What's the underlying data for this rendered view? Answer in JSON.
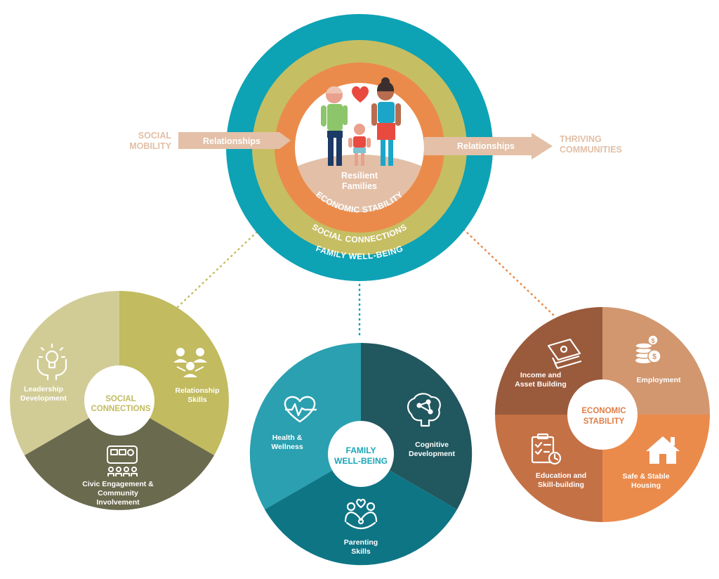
{
  "side_labels": {
    "left": [
      "SOCIAL",
      "MOBILITY"
    ],
    "right": [
      "THRIVING",
      "COMMUNITIES"
    ]
  },
  "arrows": {
    "left_label": "Relationships",
    "right_label": "Relationships"
  },
  "center": {
    "label": [
      "Resilient",
      "Families"
    ],
    "rings": {
      "economic": "ECONOMIC STABILITY",
      "social": "SOCIAL CONNECTIONS",
      "family": "FAMILY  WELL-BEING"
    }
  },
  "social_connections": {
    "title": [
      "SOCIAL",
      "CONNECTIONS"
    ],
    "segments": [
      {
        "label": [
          "Leadership",
          "Development"
        ],
        "icon": "lightbulb-hands-icon"
      },
      {
        "label": [
          "Relationship",
          "Skills"
        ],
        "icon": "people-network-icon"
      },
      {
        "label": [
          "Civic  Engagement &",
          "Community",
          "Involvement"
        ],
        "icon": "community-board-icon"
      }
    ]
  },
  "family_wellbeing": {
    "title": [
      "FAMILY",
      "WELL-BEING"
    ],
    "segments": [
      {
        "label": [
          "Health &",
          "Wellness"
        ],
        "icon": "heart-pulse-icon"
      },
      {
        "label": [
          "Cognitive",
          "Development"
        ],
        "icon": "brain-icon"
      },
      {
        "label": [
          "Parenting",
          "Skills"
        ],
        "icon": "parent-child-hug-icon"
      }
    ]
  },
  "economic_stability": {
    "title": [
      "ECONOMIC",
      "STABILITY"
    ],
    "segments": [
      {
        "label": [
          "Income and",
          "Asset Building"
        ],
        "icon": "money-bill-icon"
      },
      {
        "label": [
          "Employment"
        ],
        "icon": "coin-stack-icon"
      },
      {
        "label": [
          "Education and",
          "Skill-building"
        ],
        "icon": "clipboard-clock-icon"
      },
      {
        "label": [
          "Safe & Stable",
          "Housing"
        ],
        "icon": "house-icon"
      }
    ]
  },
  "colors": {
    "teal_ring": "#0EA2B5",
    "olive_ring": "#C6BE63",
    "orange_ring": "#EB8B4B",
    "ground": "#E2BFA6",
    "arrow": "#E3C0A7",
    "sc_light": "#D1CC96",
    "sc_mid": "#C2BB5F",
    "sc_dark": "#6A6A4E",
    "fw_light": "#2AA0B0",
    "fw_dark": "#21575E",
    "fw_mid": "#0E7585",
    "es_dark": "#9A5A3C",
    "es_light": "#D2976F",
    "es_mid": "#C47146",
    "es_orange": "#EB8B4B"
  }
}
